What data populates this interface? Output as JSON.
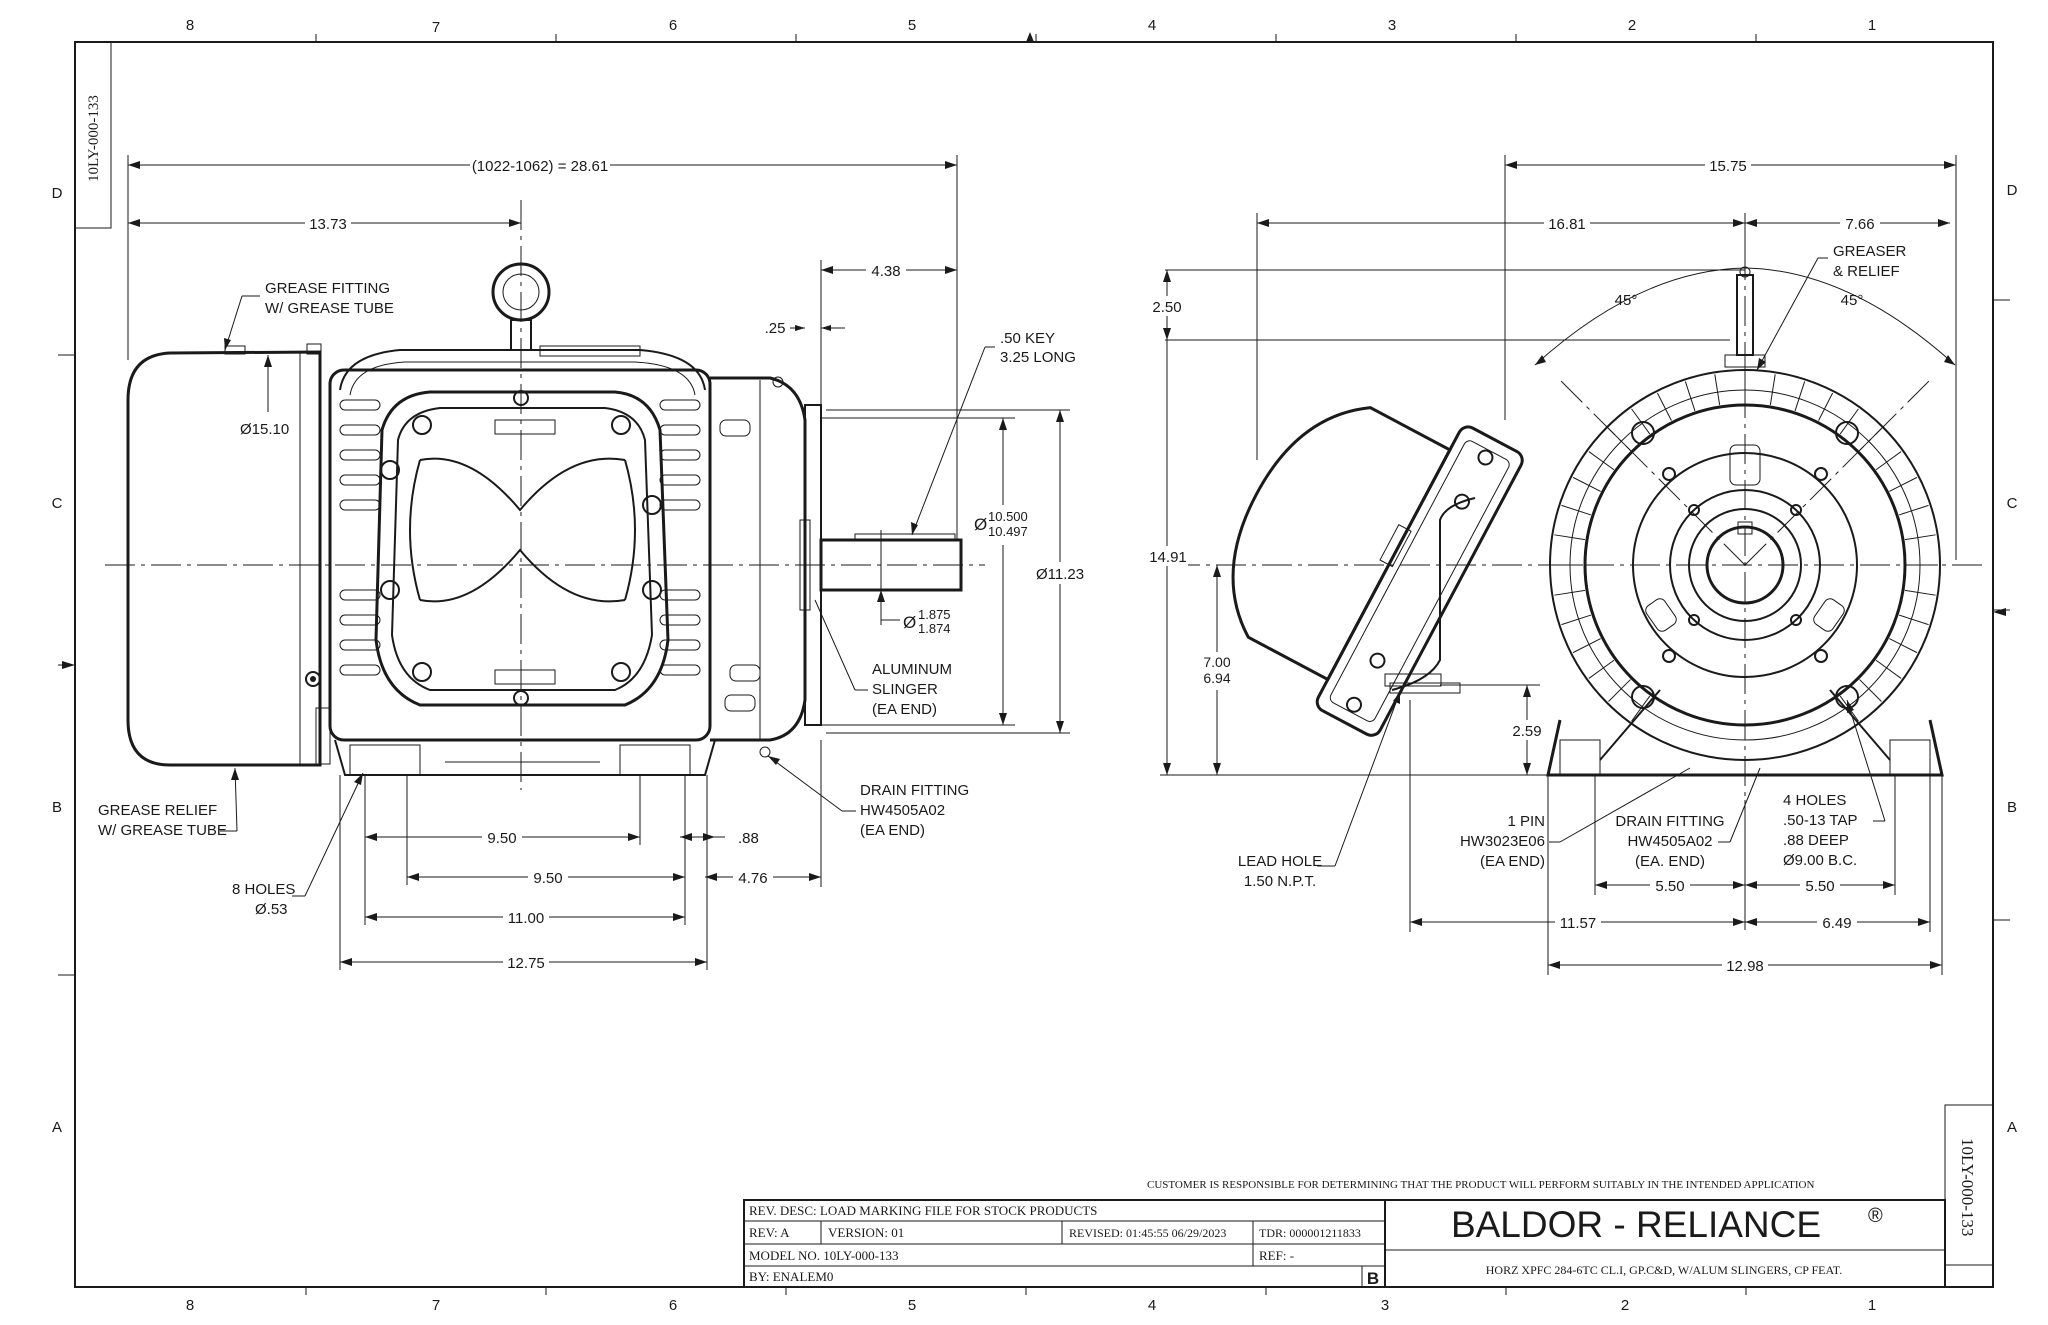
{
  "zones": {
    "top": [
      "8",
      "7",
      "6",
      "5",
      "4",
      "3",
      "2",
      "1"
    ],
    "bottom": [
      "8",
      "7",
      "6",
      "5",
      "4",
      "3",
      "2",
      "1"
    ],
    "left": [
      "D",
      "C",
      "B",
      "A"
    ],
    "right": [
      "D",
      "C",
      "B",
      "A"
    ]
  },
  "drawing_number": "10LY-000-133",
  "side_view": {
    "overall_length": "(1022-1062) = 28.61",
    "dim_13_73": "13.73",
    "dim_4_38": "4.38",
    "dim_25": ".25",
    "key_note_line1": ".50 KEY",
    "key_note_line2": "3.25 LONG",
    "grease_fitting_line1": "GREASE FITTING",
    "grease_fitting_line2": "W/ GREASE TUBE",
    "dia_15_10": "Ø15.10",
    "shaft_pilot_dia_label": "Ø",
    "shaft_pilot_dia_hi": "10.500",
    "shaft_pilot_dia_lo": "10.497",
    "flange_dia": "Ø11.23",
    "shaft_dia_label": "Ø",
    "shaft_dia_hi": "1.875",
    "shaft_dia_lo": "1.874",
    "slinger_line1": "ALUMINUM",
    "slinger_line2": "SLINGER",
    "slinger_line3": "(EA END)",
    "drain_line1": "DRAIN FITTING",
    "drain_line2": "HW4505A02",
    "drain_line3": "(EA END)",
    "grease_relief_line1": "GREASE RELIEF",
    "grease_relief_line2": "W/ GREASE TUBE",
    "holes_line1": "8 HOLES",
    "holes_line2": "Ø.53",
    "dim_9_50_a": "9.50",
    "dim_9_50_b": "9.50",
    "dim_88": ".88",
    "dim_4_76": "4.76",
    "dim_11_00": "11.00",
    "dim_12_75": "12.75"
  },
  "end_view": {
    "dim_15_75": "15.75",
    "dim_16_81": "16.81",
    "dim_7_66": "7.66",
    "greaser_line1": "GREASER",
    "greaser_line2": "& RELIEF",
    "angle_left": "45°",
    "angle_right": "45°",
    "dim_2_50": "2.50",
    "dim_14_91": "14.91",
    "dim_7_00": "7.00",
    "dim_6_94": "6.94",
    "dim_2_59": "2.59",
    "pin_line1": "1 PIN",
    "pin_line2": "HW3023E06",
    "pin_line3": "(EA END)",
    "drain_line1": "DRAIN FITTING",
    "drain_line2": "HW4505A02",
    "drain_line3": "(EA. END)",
    "holes_line1": "4 HOLES",
    "holes_line2": ".50-13 TAP",
    "holes_line3": ".88 DEEP",
    "holes_line4": "Ø9.00 B.C.",
    "lead_line1": "LEAD HOLE",
    "lead_line2": "1.50 N.P.T.",
    "dim_5_50_a": "5.50",
    "dim_5_50_b": "5.50",
    "dim_11_57": "11.57",
    "dim_6_49": "6.49",
    "dim_12_98": "12.98"
  },
  "title_block": {
    "disclaimer": "CUSTOMER IS RESPONSIBLE FOR DETERMINING THAT THE PRODUCT WILL PERFORM SUITABLY IN THE INTENDED APPLICATION",
    "rev_desc": "REV. DESC: LOAD MARKING FILE FOR STOCK PRODUCTS",
    "rev": "REV:  A",
    "version": "VERSION:  01",
    "revised": "REVISED:  01:45:55 06/29/2023",
    "tdr": "TDR:  000001211833",
    "model_no": "MODEL NO.  10LY-000-133",
    "ref": "REF:  -",
    "by": "BY: ENALEM0",
    "size_letter": "B",
    "company": "BALDOR - RELIANCE",
    "registered": "®",
    "description": "HORZ XPFC 284-6TC CL.I, GP.C&D, W/ALUM SLINGERS, CP FEAT."
  },
  "colors": {
    "ink": "#1a1a1a",
    "paper": "#ffffff"
  }
}
